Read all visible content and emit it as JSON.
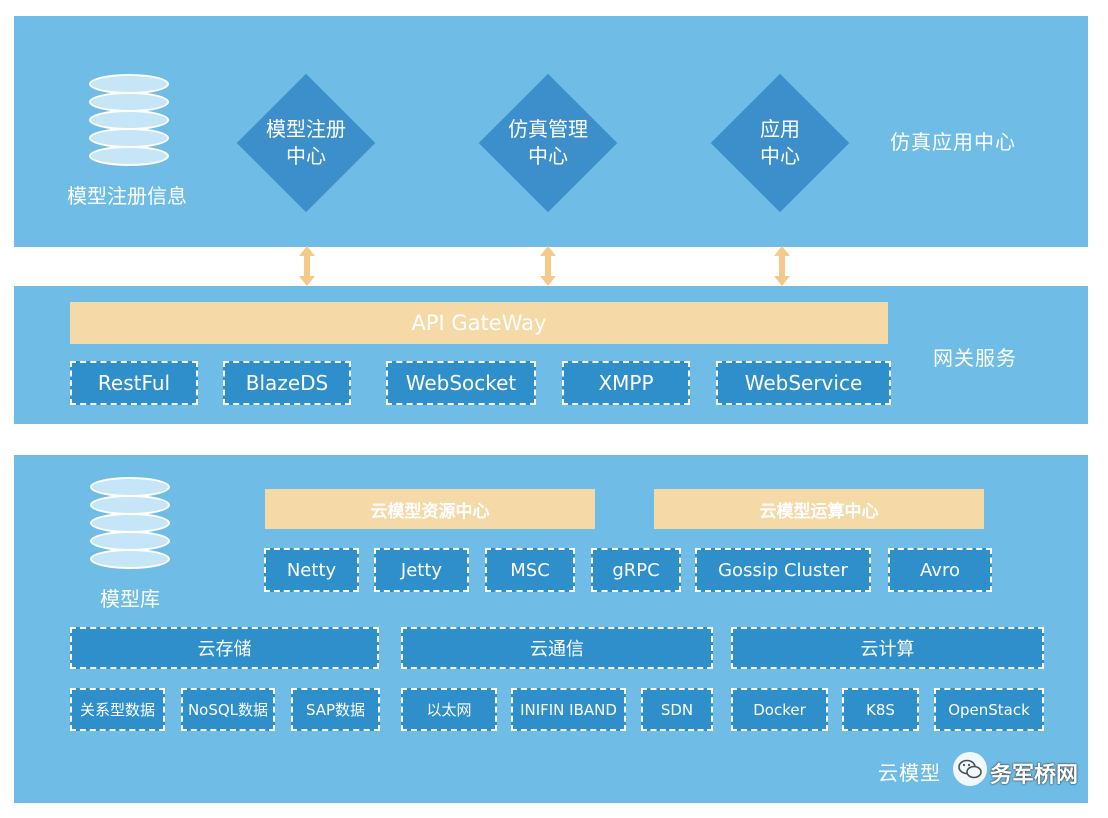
{
  "top_layer": {
    "db_label": "模型注册信息",
    "diamonds": [
      "模型注册\n中心",
      "仿真管理\n中心",
      "应用\n中心"
    ],
    "side_label": "仿真应用中心"
  },
  "gateway_layer": {
    "bar_label": "API GateWay",
    "protocols": [
      "RestFul",
      "BlazeDS",
      "WebSocket",
      "XMPP",
      "WebService"
    ],
    "side_label": "网关服务"
  },
  "cloud_layer": {
    "db_label": "模型库",
    "centers": [
      "云模型资源中心",
      "云模型运算中心"
    ],
    "frameworks": [
      "Netty",
      "Jetty",
      "MSC",
      "gRPC",
      "Gossip Cluster",
      "Avro"
    ],
    "categories": [
      "云存储",
      "云通信",
      "云计算"
    ],
    "techs": [
      "关系型数据",
      "NoSQL数据",
      "SAP数据",
      "以太网",
      "INIFIN IBAND",
      "SDN",
      "Docker",
      "K8S",
      "OpenStack"
    ],
    "side_label": "云模型",
    "watermark": "务军桥网"
  },
  "colors": {
    "layer_bg": "#6fbde6",
    "box_fill": "#2e8fcb",
    "diamond_fill": "#3d8fcb",
    "bar_fill": "#f5d9a6",
    "arrow_fill": "#f5c98a"
  },
  "icons": [
    "database-icon",
    "double-arrow-icon",
    "wechat-icon"
  ]
}
